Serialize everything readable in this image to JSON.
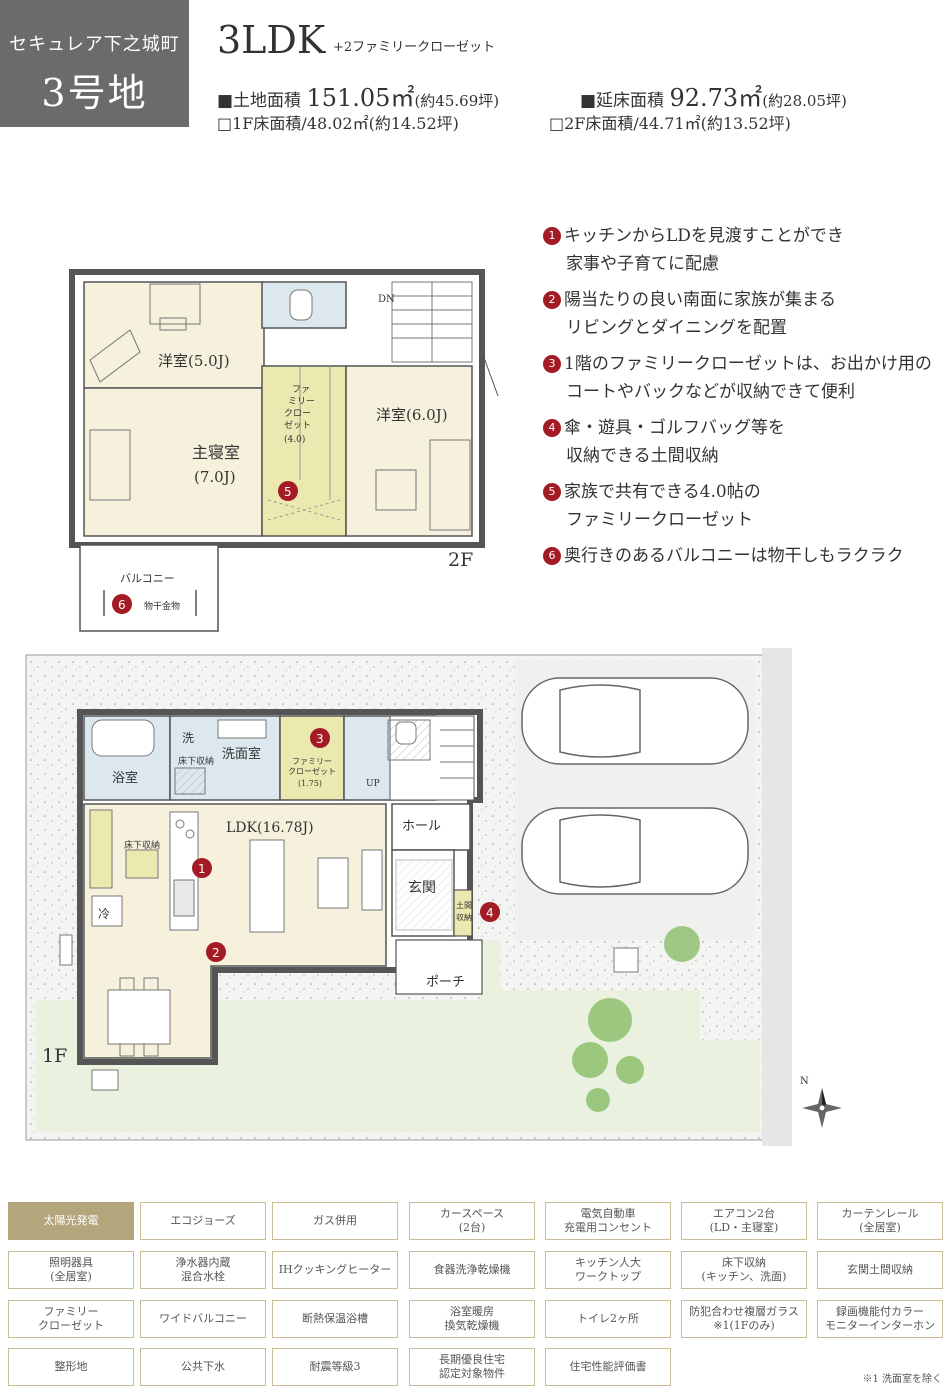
{
  "header": {
    "lot_name": "セキュレア下之城町",
    "lot_number": "3号地",
    "layout": "3LDK",
    "layout_note": "+2ファミリークローゼット",
    "land_area_label": "■土地面積",
    "land_area_value": "151.05㎡",
    "land_area_tsubo": "(約45.69坪)",
    "floor_area_label": "■延床面積",
    "floor_area_value": "92.73㎡",
    "floor_area_tsubo": "(約28.05坪)",
    "floor1": "□1F床面積/48.02㎡(約14.52坪)",
    "floor2": "□2F床面積/44.71㎡(約13.52坪)"
  },
  "points": [
    {
      "num": "1",
      "line1": "キッチンからLDを見渡すことができ",
      "line2": "家事や子育てに配慮"
    },
    {
      "num": "2",
      "line1": "陽当たりの良い南面に家族が集まる",
      "line2": "リビングとダイニングを配置"
    },
    {
      "num": "3",
      "line1": "1階のファミリークローゼットは、お出かけ用の",
      "line2": "コートやバックなどが収納できて便利"
    },
    {
      "num": "4",
      "line1": "傘・遊具・ゴルフバッグ等を",
      "line2": "収納できる土間収納"
    },
    {
      "num": "5",
      "line1": "家族で共有できる4.0帖の",
      "line2": "ファミリークローゼット"
    },
    {
      "num": "6",
      "line1": "奥行きのあるバルコニーは物干しもラクラク",
      "line2": ""
    }
  ],
  "plan2f": {
    "floor": "2F",
    "western1": "洋室(5.0J)",
    "master": "主寝室",
    "master_size": "(7.0J)",
    "western2": "洋室(6.0J)",
    "closet_l1": "ファ",
    "closet_l2": "ミリー",
    "closet_l3": "クロー",
    "closet_l4": "ゼット",
    "closet_size": "(4.0)",
    "dn": "DN",
    "balcony": "バルコニー",
    "hanger": "物干金物"
  },
  "plan1f": {
    "floor": "1F",
    "bath": "浴室",
    "wash_char": "洗",
    "underfloor": "床下収納",
    "washroom": "洗面室",
    "fc_l1": "ファミリー",
    "fc_l2": "クローゼット",
    "fc_size": "(1.75)",
    "up": "UP",
    "ldk": "LDK(16.78J)",
    "kitchen_storage": "床下収納",
    "fridge": "冷",
    "hall": "ホール",
    "entrance": "玄関",
    "doma1": "土間",
    "doma2": "収納",
    "porch": "ポーチ",
    "north": "N"
  },
  "features": [
    {
      "l1": "太陽光発電",
      "l2": "",
      "on": true
    },
    {
      "l1": "エコジョーズ",
      "l2": "",
      "on": false
    },
    {
      "l1": "ガス併用",
      "l2": "",
      "on": false
    },
    {
      "l1": "カースペース",
      "l2": "(2台)",
      "on": false
    },
    {
      "l1": "電気自動車",
      "l2": "充電用コンセント",
      "on": false
    },
    {
      "l1": "エアコン2台",
      "l2": "(LD・主寝室)",
      "on": false
    },
    {
      "l1": "カーテンレール",
      "l2": "(全居室)",
      "on": false
    },
    {
      "l1": "照明器具",
      "l2": "(全居室)",
      "on": false
    },
    {
      "l1": "浄水器内蔵",
      "l2": "混合水栓",
      "on": false
    },
    {
      "l1": "IHクッキングヒーター",
      "l2": "",
      "on": false
    },
    {
      "l1": "食器洗浄乾燥機",
      "l2": "",
      "on": false
    },
    {
      "l1": "キッチン人大",
      "l2": "ワークトップ",
      "on": false
    },
    {
      "l1": "床下収納",
      "l2": "(キッチン、洗面)",
      "on": false
    },
    {
      "l1": "玄関土間収納",
      "l2": "",
      "on": false
    },
    {
      "l1": "ファミリー",
      "l2": "クローゼット",
      "on": false
    },
    {
      "l1": "ワイドバルコニー",
      "l2": "",
      "on": false
    },
    {
      "l1": "断熱保温浴槽",
      "l2": "",
      "on": false
    },
    {
      "l1": "浴室暖房",
      "l2": "換気乾燥機",
      "on": false
    },
    {
      "l1": "トイレ2ヶ所",
      "l2": "",
      "on": false
    },
    {
      "l1": "防犯合わせ複層ガラス",
      "l2": "※1(1Fのみ)",
      "on": false
    },
    {
      "l1": "録画機能付カラー",
      "l2": "モニターインターホン",
      "on": false
    },
    {
      "l1": "整形地",
      "l2": "",
      "on": false
    },
    {
      "l1": "公共下水",
      "l2": "",
      "on": false
    },
    {
      "l1": "耐震等級3",
      "l2": "",
      "on": false
    },
    {
      "l1": "長期優良住宅",
      "l2": "認定対象物件",
      "on": false
    },
    {
      "l1": "住宅性能評価書",
      "l2": "",
      "on": false
    }
  ],
  "footnote": "※1 洗面室を除く",
  "colors": {
    "room": "#f5f1dc",
    "closet": "#ece9b0",
    "wet": "#dde7ee",
    "lawn": "#eaf1df",
    "accent": "#a31b24",
    "tan": "#b3a57c"
  }
}
